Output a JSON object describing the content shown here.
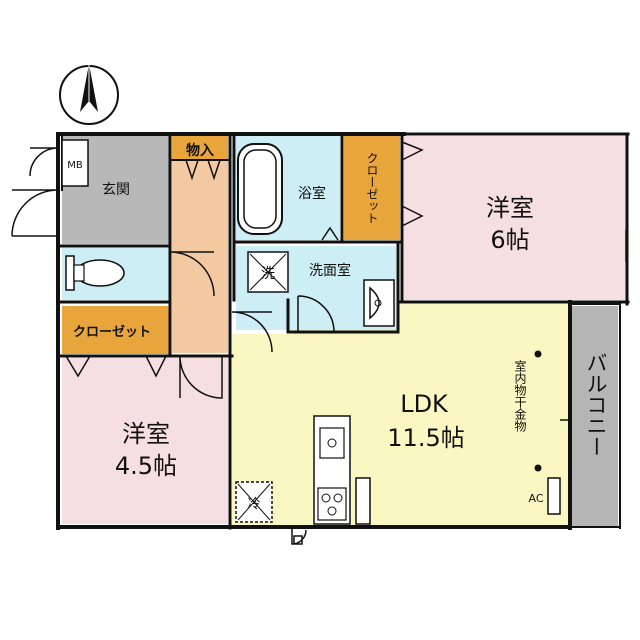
{
  "rooms": {
    "entrance": "玄関",
    "mb": "MB",
    "storage": "物入",
    "bath": "浴室",
    "closet_top": "クローゼット",
    "washroom": "洗面室",
    "washer": "洗",
    "fridge": "冷",
    "closet_left": "クローゼット",
    "western6": {
      "name": "洋室",
      "size": "6帖"
    },
    "western45": {
      "name": "洋室",
      "size": "4.5帖"
    },
    "ldk": {
      "name": "LDK",
      "size": "11.5帖"
    },
    "balcony": "バルコニー",
    "drying_rail": "室内物干金物",
    "ac": "AC"
  },
  "colors": {
    "entrance": "#b8b8b8",
    "corridor": "#f3c9a2",
    "wet_area": "#cdeef4",
    "closet": "#e8a53c",
    "bedroom": "#f6dfe1",
    "ldk": "#fbf7c2",
    "balcony": "#b5b5b5",
    "wall": "#111111"
  }
}
